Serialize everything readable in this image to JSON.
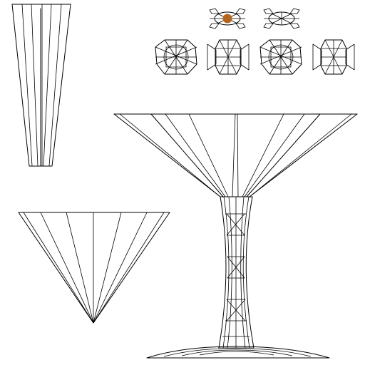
{
  "scene": {
    "background": "#ffffff",
    "line_color": "#000000",
    "accent_dot_color": "#b5651d",
    "parts": [
      {
        "name": "stem-piece-wireframe"
      },
      {
        "name": "cone-piece-wireframe"
      },
      {
        "name": "glass-assembly-wireframe"
      },
      {
        "name": "gem-cut-views",
        "count": 6
      }
    ]
  }
}
